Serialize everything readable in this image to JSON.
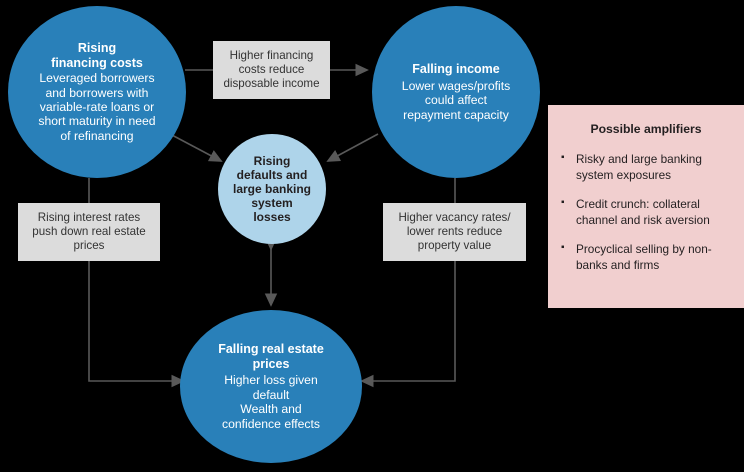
{
  "colors": {
    "background": "#000000",
    "circle_primary": "#2980b9",
    "circle_secondary": "#aed4ea",
    "box_fill": "#dcdcdc",
    "panel_fill": "#f1cfcf",
    "arrow": "#595959",
    "text_light": "#ffffff",
    "text_dark": "#231f20"
  },
  "nodes": {
    "rising_financing_costs": {
      "title": "Rising\nfinancing costs",
      "body": "Leveraged borrowers and borrowers with variable-rate loans or short maturity in need of refinancing"
    },
    "falling_income": {
      "title": "Falling income",
      "body": "Lower wages/profits could affect repayment capacity"
    },
    "rising_defaults": {
      "title": "Rising defaults and large banking system losses"
    },
    "falling_real_estate_prices": {
      "title": "Falling real estate prices",
      "body": "Higher loss given default\nWealth and confidence effects"
    }
  },
  "boxes": {
    "higher_financing_costs": "Higher financing costs reduce disposable income",
    "rising_interest_rates": "Rising interest rates push down real estate prices",
    "higher_vacancy_rates": "Higher vacancy rates/ lower rents reduce property value"
  },
  "panel": {
    "title": "Possible amplifiers",
    "items": [
      "Risky and large banking system exposures",
      "Credit crunch: collateral channel and risk aversion",
      "Procyclical selling by non-banks and firms"
    ]
  },
  "connectors": [
    {
      "name": "financing-costs-to-box",
      "kind": "arrow-line"
    },
    {
      "name": "box-to-falling-income",
      "kind": "arrow-head-right"
    },
    {
      "name": "financing-costs-to-defaults",
      "kind": "arrow-diagonal-down-right"
    },
    {
      "name": "falling-income-to-defaults",
      "kind": "arrow-diagonal-down-left"
    },
    {
      "name": "defaults-to-real-estate",
      "kind": "arrow-double-vertical"
    },
    {
      "name": "financing-costs-to-real-estate",
      "kind": "elbow-arrow-right"
    },
    {
      "name": "falling-income-to-real-estate",
      "kind": "elbow-arrow-left"
    }
  ]
}
